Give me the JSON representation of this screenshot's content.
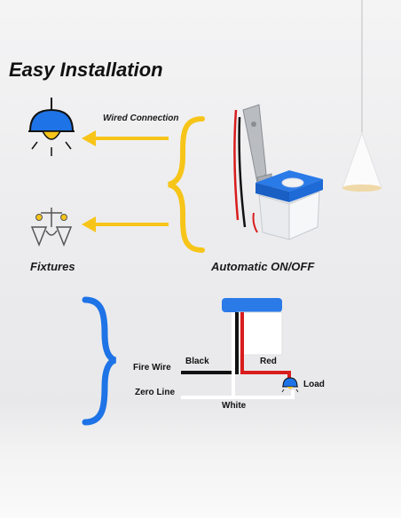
{
  "title": "Easy Installation",
  "labels": {
    "wired_connection": "Wired Connection",
    "fixtures": "Fixtures",
    "automatic": "Automatic ON/OFF"
  },
  "wiring": {
    "fire_wire": "Fire Wire",
    "black": "Black",
    "red": "Red",
    "load": "Load",
    "zero_line": "Zero Line",
    "white": "White"
  },
  "colors": {
    "accent_yellow": "#f7c519",
    "accent_blue": "#1e73e6",
    "wire_red": "#d91c1c",
    "wire_black": "#111111",
    "wire_white": "#ffffff"
  },
  "icons": [
    "pendant-lamp-icon",
    "chandelier-icon",
    "photocell-switch-icon",
    "bulb-icon"
  ]
}
